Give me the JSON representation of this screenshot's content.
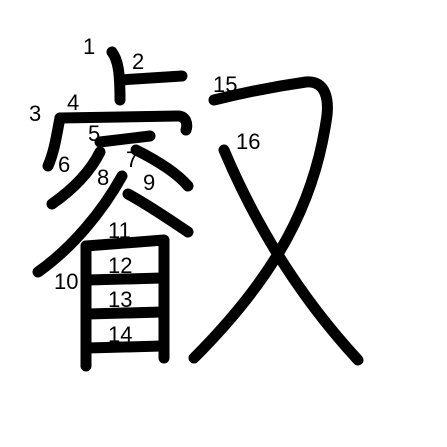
{
  "diagram": {
    "background_color": "#ffffff",
    "stroke_color": "#000000",
    "stroke_order_labels": [
      "1",
      "2",
      "3",
      "4",
      "5",
      "6",
      "7",
      "8",
      "9",
      "10",
      "11",
      "12",
      "13",
      "14",
      "15",
      "16"
    ]
  }
}
